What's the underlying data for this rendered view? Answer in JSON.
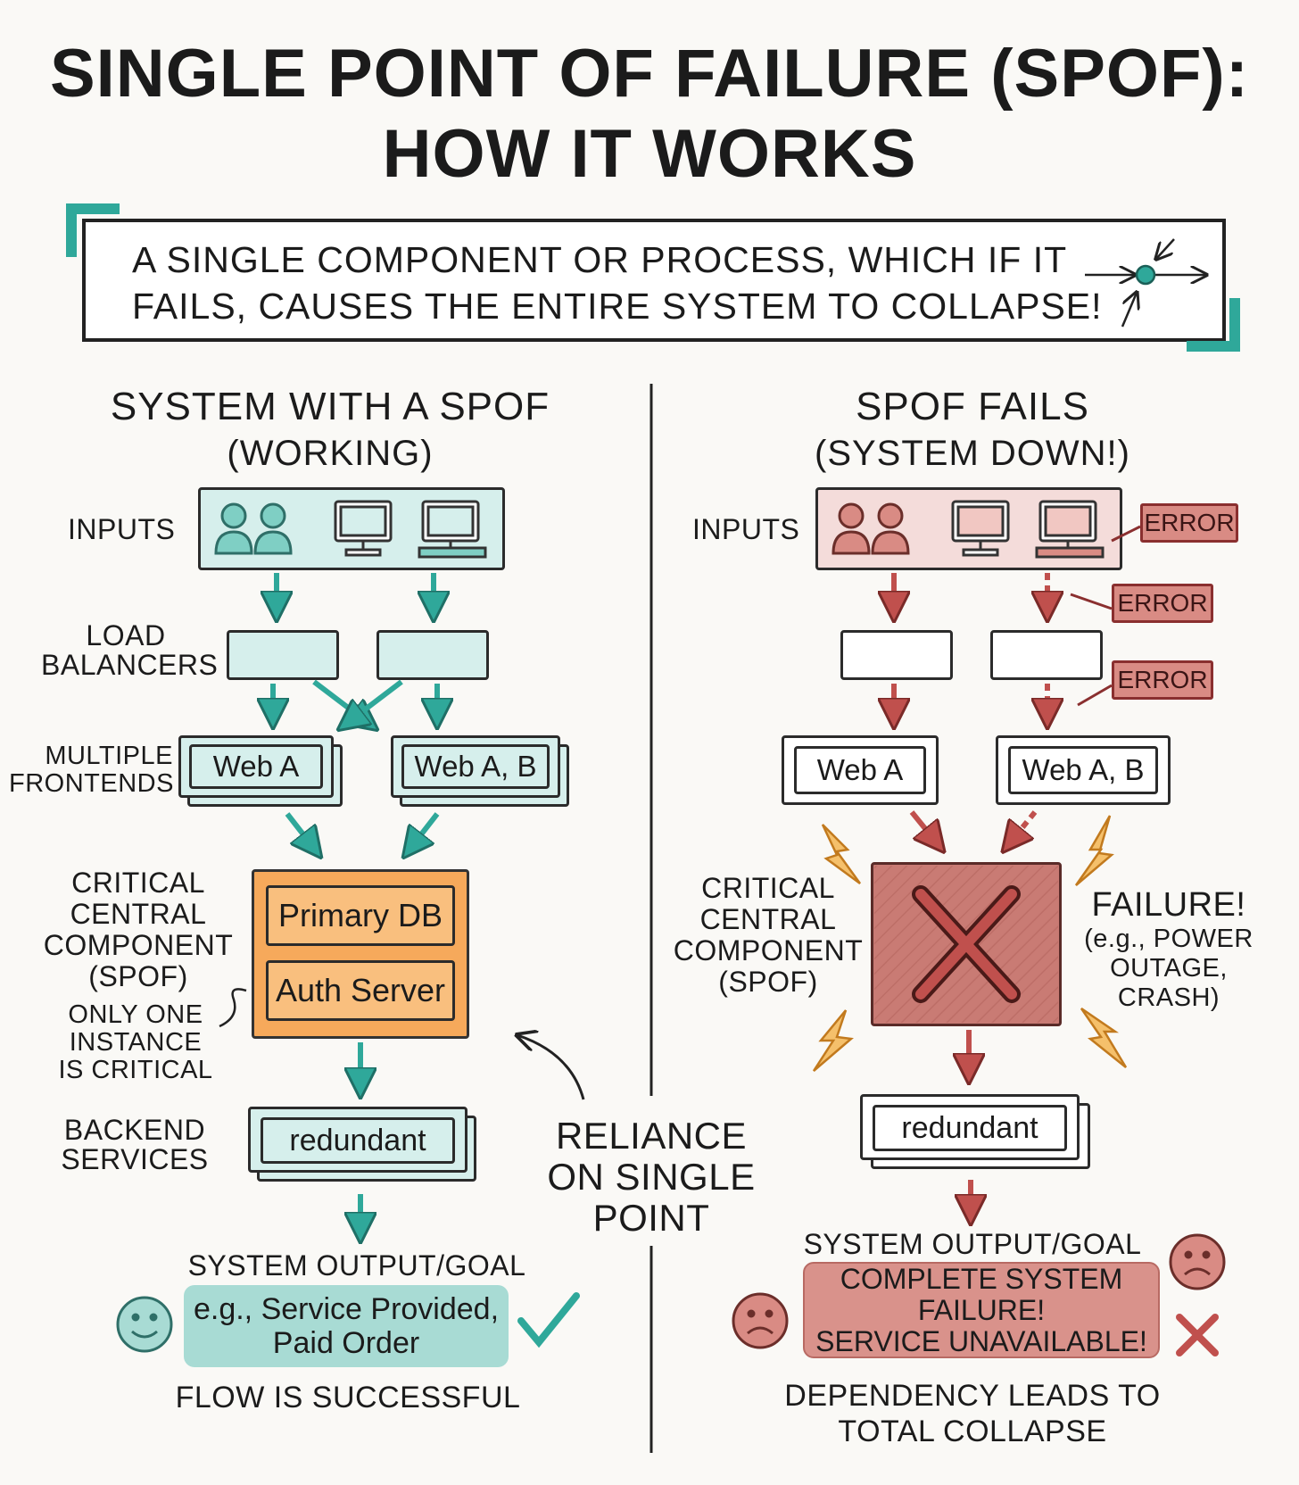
{
  "title": {
    "line1": "SINGLE POINT OF FAILURE (SPOF):",
    "line2": "HOW IT WORKS"
  },
  "definition": {
    "line1": "A SINGLE COMPONENT OR PROCESS, WHICH IF IT",
    "line2": "FAILS, CAUSES THE ENTIRE SYSTEM TO COLLAPSE!"
  },
  "left": {
    "heading1": "SYSTEM WITH A SPOF",
    "heading2": "(WORKING)",
    "inputs_label": "INPUTS",
    "lb_label1": "LOAD",
    "lb_label2": "BALANCERS",
    "fe_label1": "MULTIPLE",
    "fe_label2": "FRONTENDS",
    "web_a": "Web A",
    "web_ab": "Web A, B",
    "crit1": "CRITICAL",
    "crit2": "CENTRAL",
    "crit3": "COMPONENT",
    "crit4": "(SPOF)",
    "only1": "ONLY ONE",
    "only2": "INSTANCE",
    "only3": "IS CRITICAL",
    "primary_db": "Primary DB",
    "auth_server": "Auth Server",
    "backend1": "BACKEND",
    "backend2": "SERVICES",
    "redundant": "redundant",
    "output_label": "SYSTEM OUTPUT/GOAL",
    "output1": "e.g., Service Provided,",
    "output2": "Paid Order",
    "flow": "FLOW IS SUCCESSFUL"
  },
  "middle": {
    "reliance1": "RELIANCE",
    "reliance2": "ON SINGLE",
    "reliance3": "POINT"
  },
  "right": {
    "heading1": "SPOF FAILS",
    "heading2": "(SYSTEM DOWN!)",
    "inputs_label": "INPUTS",
    "error1": "ERROR",
    "error2": "ERROR",
    "error3": "ERROR",
    "web_a": "Web A",
    "web_ab": "Web A, B",
    "crit1": "CRITICAL",
    "crit2": "CENTRAL",
    "crit3": "COMPONENT",
    "crit4": "(SPOF)",
    "failure": "FAILURE!",
    "fail1": "(e.g., POWER",
    "fail2": "OUTAGE,",
    "fail3": "CRASH)",
    "redundant": "redundant",
    "output_label": "SYSTEM OUTPUT/GOAL",
    "out1": "COMPLETE SYSTEM",
    "out2": "FAILURE!",
    "out3": "SERVICE UNAVAILABLE!",
    "dep1": "DEPENDENCY LEADS TO",
    "dep2": "TOTAL COLLAPSE"
  },
  "colors": {
    "teal": "#2fa89a",
    "teal_fill": "#d6efec",
    "orange": "#f6a95b",
    "red": "#c0504d",
    "pink_fill": "#f4dcda",
    "lightning": "#f5b041"
  },
  "icons": [
    "user-pair-icon",
    "monitor-icon",
    "single-point-icon",
    "smiley-icon",
    "checkmark-icon",
    "sad-face-icon",
    "cross-icon",
    "x-mark-icon",
    "lightning-icon"
  ]
}
